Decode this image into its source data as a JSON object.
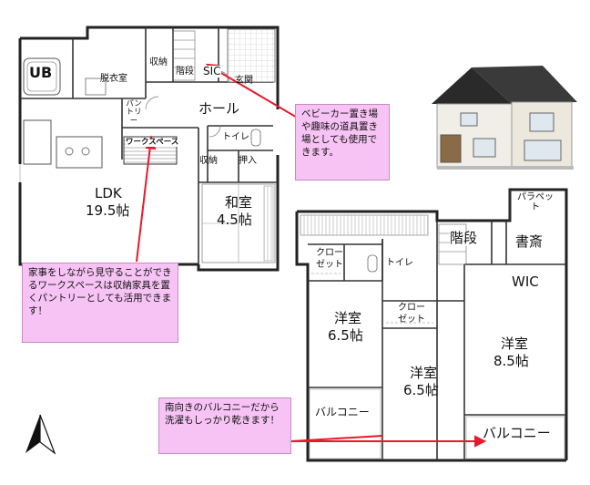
{
  "floor1": {
    "rooms": {
      "ub": "UB",
      "datsuishitsu": "脱衣室",
      "shuno_top": "収納",
      "kaidan": "階段",
      "sic": "SIC",
      "genkan": "玄関",
      "pantry": "パントリー",
      "hall": "ホール",
      "workspace": "ワークスペース",
      "toilet": "トイレ",
      "shuno_bottom": "収納",
      "oshiire": "押入",
      "ldk": "LDK",
      "ldk_size": "19.5帖",
      "washitsu": "和室",
      "washitsu_size": "4.5帖"
    }
  },
  "floor2": {
    "rooms": {
      "parapet": "パラペット",
      "kaidan": "階段",
      "shosai": "書斎",
      "closet1": "クローゼット",
      "toilet": "トイレ",
      "wic": "WIC",
      "closet2": "クローゼット",
      "yoshitsu1": "洋室",
      "yoshitsu1_size": "6.5帖",
      "yoshitsu2": "洋室",
      "yoshitsu2_size": "6.5帖",
      "yoshitsu3": "洋室",
      "yoshitsu3_size": "8.5帖",
      "balcony_left": "バルコニー",
      "balcony_right": "バルコニー"
    }
  },
  "callouts": {
    "sic_note": "ベビーカー置き場や趣味の道具置き場としても使用できます。",
    "workspace_note": "家事をしながら見守ることができるワークスペースは収納家具を置くパントリーとしても活用できます！",
    "balcony_note": "南向きのバルコニーだから洗濯もしっかり乾きます！"
  },
  "colors": {
    "callout_bg": "#f6c3f4",
    "arrow": "#e8192c",
    "wall": "#222222"
  },
  "icons": {
    "compass": "north-arrow-icon",
    "house": "house-exterior-icon"
  }
}
